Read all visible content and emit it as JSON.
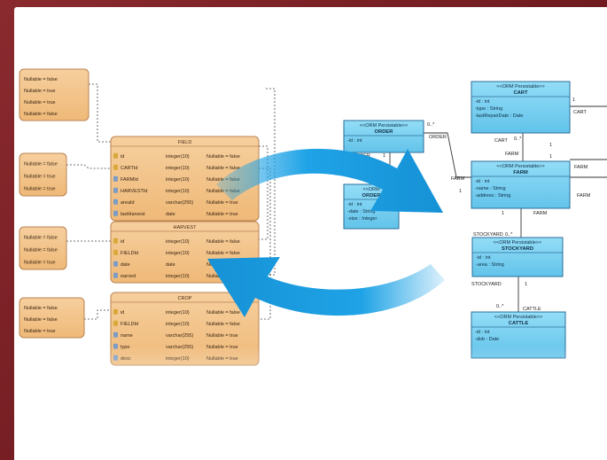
{
  "erd": {
    "tables": [
      {
        "id": "t1",
        "title": "",
        "rows": [
          {
            "name": "",
            "type": "",
            "constraint": "Nullable = false"
          },
          {
            "name": "",
            "type": "",
            "constraint": "Nullable = true"
          },
          {
            "name": "",
            "type": "",
            "constraint": "Nullable = true"
          },
          {
            "name": "",
            "type": "",
            "constraint": "Nullable = false"
          }
        ]
      },
      {
        "id": "t2",
        "title": "",
        "rows": [
          {
            "name": "",
            "type": "",
            "constraint": "Nullable = false"
          },
          {
            "name": "",
            "type": "",
            "constraint": "Nullable = true"
          },
          {
            "name": "",
            "type": "",
            "constraint": "Nullable = true"
          }
        ]
      },
      {
        "id": "t3",
        "title": "",
        "rows": [
          {
            "name": "",
            "type": "",
            "constraint": "Nullable = false"
          },
          {
            "name": "",
            "type": "",
            "constraint": "Nullable = false"
          },
          {
            "name": "",
            "type": "",
            "constraint": "Nullable = true"
          }
        ]
      },
      {
        "id": "t4",
        "title": "",
        "rows": [
          {
            "name": "",
            "type": "",
            "constraint": "Nullable = false"
          },
          {
            "name": "",
            "type": "",
            "constraint": "Nullable = false"
          },
          {
            "name": "",
            "type": "",
            "constraint": "Nullable = true"
          }
        ]
      },
      {
        "id": "field",
        "title": "FIELD",
        "rows": [
          {
            "name": "id",
            "type": "integer(10)",
            "constraint": "Nullable = false"
          },
          {
            "name": "CARTId",
            "type": "integer(10)",
            "constraint": "Nullable = false"
          },
          {
            "name": "FARMId",
            "type": "integer(10)",
            "constraint": "Nullable = false"
          },
          {
            "name": "HARVESTId",
            "type": "integer(10)",
            "constraint": "Nullable = false"
          },
          {
            "name": "areaId",
            "type": "varchar(255)",
            "constraint": "Nullable = true"
          },
          {
            "name": "lastHarvest",
            "type": "date",
            "constraint": "Nullable = true"
          }
        ]
      },
      {
        "id": "harvest",
        "title": "HARVEST",
        "rows": [
          {
            "name": "id",
            "type": "integer(10)",
            "constraint": "Nullable = false"
          },
          {
            "name": "FIELDId",
            "type": "integer(10)",
            "constraint": "Nullable = false"
          },
          {
            "name": "date",
            "type": "date",
            "constraint": "Nullable = true"
          },
          {
            "name": "earned",
            "type": "integer(10)",
            "constraint": "Nullable = true"
          }
        ]
      },
      {
        "id": "crop",
        "title": "CROP",
        "rows": [
          {
            "name": "id",
            "type": "integer(10)",
            "constraint": "Nullable = false"
          },
          {
            "name": "FIELDId",
            "type": "integer(10)",
            "constraint": "Nullable = false"
          },
          {
            "name": "name",
            "type": "varchar(255)",
            "constraint": "Nullable = true"
          },
          {
            "name": "type",
            "type": "varchar(255)",
            "constraint": "Nullable = true"
          },
          {
            "name": "desc",
            "type": "integer(10)",
            "constraint": "Nullable = true"
          }
        ]
      }
    ]
  },
  "uml": {
    "classes": [
      {
        "id": "order",
        "stereotype": "<<ORM Persistable>>",
        "name": "ORDER",
        "attrs": [
          "-id : int"
        ]
      },
      {
        "id": "orderdet",
        "stereotype": "<<ORM",
        "name": "ORDER",
        "attrs": [
          "-id : int",
          "-date : String",
          "-size : Integer"
        ]
      },
      {
        "id": "cart",
        "stereotype": "<<ORM Persistable>>",
        "name": "CART",
        "attrs": [
          "-id : int",
          "-type : String",
          "-lastRepairDate : Date"
        ]
      },
      {
        "id": "farm",
        "stereotype": "<<ORM Persistable>>",
        "name": "FARM",
        "attrs": [
          "-id : int",
          "-name : String",
          "-address : String"
        ]
      },
      {
        "id": "stockyard",
        "stereotype": "<<ORM Persistable>>",
        "name": "STOCKYARD",
        "attrs": [
          "-id : int",
          "-area : String"
        ]
      },
      {
        "id": "cattle",
        "stereotype": "<<ORM Persistable>>",
        "name": "CATTLE",
        "attrs": [
          "-id : int",
          "-dob : Date"
        ]
      }
    ],
    "labels": [
      "0..*",
      "ORDER",
      "ORDER",
      "1",
      "1",
      "FARM",
      "1",
      "CART",
      "0..*",
      "CART",
      "1",
      "FARM",
      "FARM",
      "1",
      "FARM",
      "1",
      "1",
      "FARM",
      "STOCKYARD",
      "0..*",
      "STOCKYARD",
      "1",
      "CATTLE",
      "0..*"
    ]
  },
  "colors": {
    "frame": "#7a1f24",
    "table_fill": "#f3c48e",
    "table_border": "#b98350",
    "class_fill": "#7fd3f2",
    "class_border": "#2a6e9a",
    "arrow": "#1fa3e6"
  }
}
